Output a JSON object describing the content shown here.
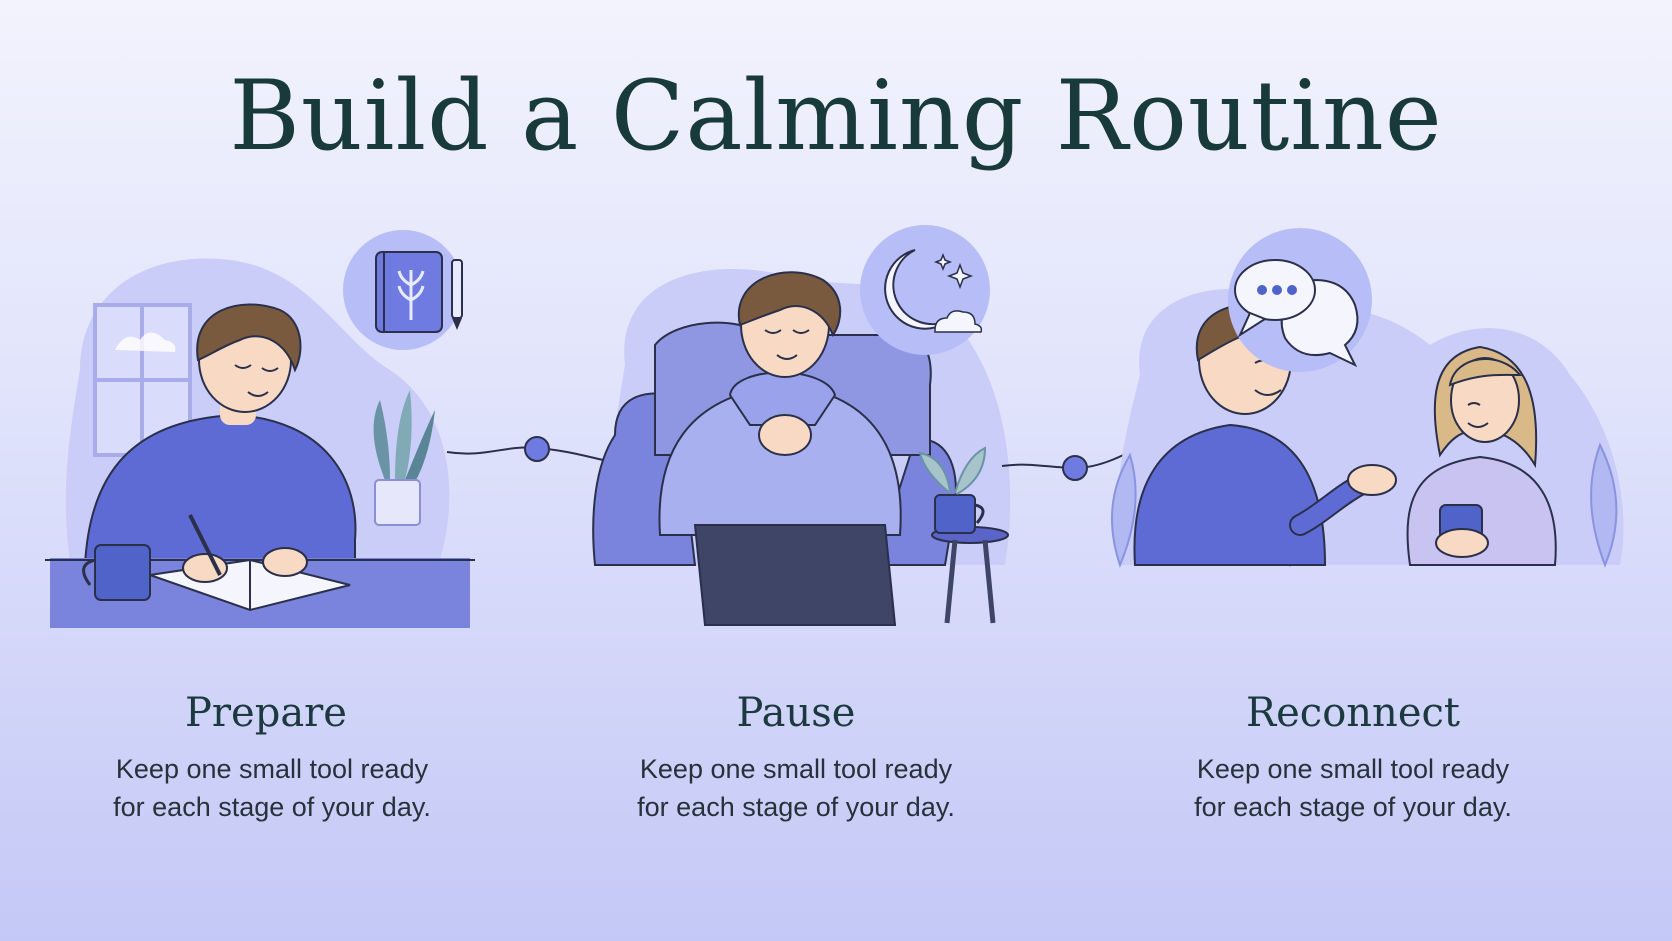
{
  "title": "Build a Calming Routine",
  "colors": {
    "heading": "#183a3a",
    "accent": "#6f7be0",
    "blob": "#c9cdf8",
    "sweater": "#5f6bd4",
    "line": "#2a2f4a"
  },
  "stages": [
    {
      "name": "Prepare",
      "description": "Keep one small tool ready for each stage of your day.",
      "icon": "journal-and-pen-icon"
    },
    {
      "name": "Pause",
      "description": "Keep one small tool ready for each stage of your day.",
      "icon": "moon-and-stars-icon"
    },
    {
      "name": "Reconnect",
      "description": "Keep one small tool ready for each stage of your day.",
      "icon": "chat-bubbles-icon"
    }
  ]
}
